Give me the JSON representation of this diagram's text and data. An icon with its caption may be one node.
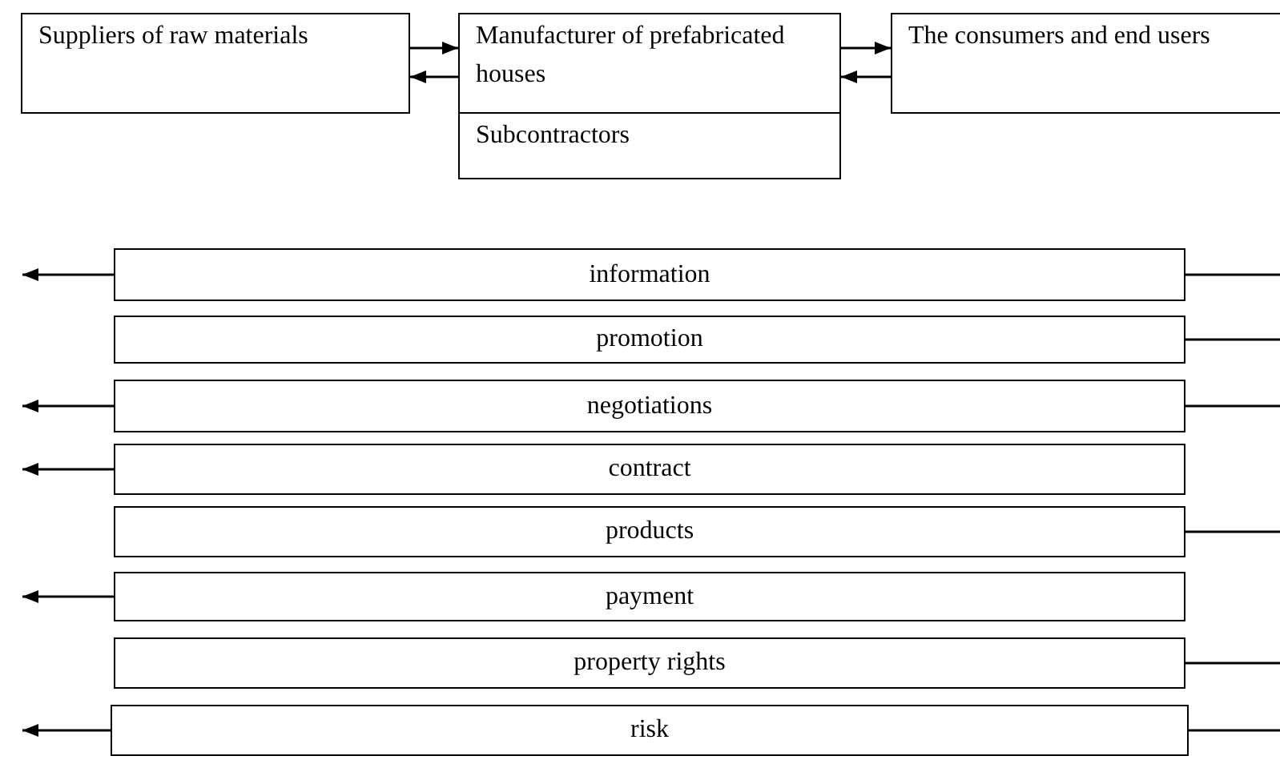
{
  "diagram": {
    "nodes": [
      {
        "text": [
          "Suppliers of raw materials"
        ]
      },
      {
        "text": [
          "Manufacturer of prefabricated houses"
        ]
      },
      {
        "text": [
          "Subcontractors"
        ]
      },
      {
        "text": [
          "The consumers and end users"
        ]
      },
      {
        "text": [
          "information"
        ]
      },
      {
        "text": [
          "promotion"
        ]
      },
      {
        "text": [
          "negotiations"
        ]
      },
      {
        "text": [
          "contract"
        ]
      },
      {
        "text": [
          "products"
        ]
      },
      {
        "text": [
          "payment"
        ]
      },
      {
        "text": [
          "property rights"
        ]
      },
      {
        "text": [
          "risk"
        ]
      }
    ],
    "edges": [
      {
        "from": 0,
        "to": 1,
        "arrow": "to"
      },
      {
        "from": 1,
        "to": 0,
        "arrow": "to"
      },
      {
        "from": 1,
        "to": 3,
        "arrow": "to"
      },
      {
        "from": 3,
        "to": 1,
        "arrow": "to"
      },
      {
        "from": 4,
        "to": null,
        "arrow": "to"
      },
      {
        "from": 4,
        "to": null,
        "arrow": "none"
      },
      {
        "from": 5,
        "to": null,
        "arrow": "none"
      },
      {
        "from": 6,
        "to": null,
        "arrow": "to"
      },
      {
        "from": 6,
        "to": null,
        "arrow": "none"
      },
      {
        "from": 7,
        "to": null,
        "arrow": "to"
      },
      {
        "from": 8,
        "to": null,
        "arrow": "none"
      },
      {
        "from": 9,
        "to": null,
        "arrow": "to"
      },
      {
        "from": 10,
        "to": null,
        "arrow": "none"
      },
      {
        "from": 11,
        "to": null,
        "arrow": "to"
      },
      {
        "from": 11,
        "to": null,
        "arrow": "none"
      }
    ]
  }
}
